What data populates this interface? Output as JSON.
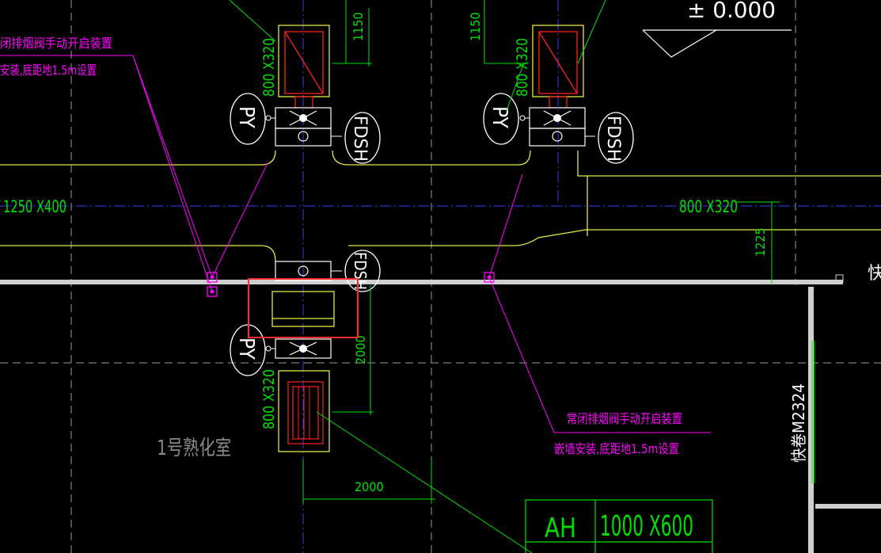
{
  "drawing": {
    "background": "#000000",
    "colors": {
      "duct": "#e8e84a",
      "centerline": "#3a3aff",
      "grid_dash": "#9a9a9a",
      "dimension": "#00e000",
      "leader": "#ff00ff",
      "valve": "#ffffff",
      "wall": "#cfcfcf",
      "fan_red": "#ff2020",
      "selection": "#ff2a2a"
    },
    "elevation_label": "± 0.000",
    "duct_sizes": {
      "main_left": "1250 X400",
      "main_right": "800 X320",
      "riser_top_left": "800 X320",
      "riser_top_right": "800 X320",
      "riser_bottom": "800 X320"
    },
    "dimensions": {
      "top_left": "1150",
      "top_right": "1150",
      "right_vertical": "1225",
      "lower_vertical": "2000",
      "bottom_horizontal": "2000"
    },
    "valve_tags": {
      "py_top_left": "PY",
      "py_top_right": "PY",
      "py_bottom": "PY",
      "fdsh_top_left": "FDSH",
      "fdsh_top_right": "FDSH",
      "fdsh_middle": "FDSH"
    },
    "notes": {
      "left_line1": "闭排烟阀手动开启装置",
      "left_line2": "安装,底距地1.5m设置",
      "right_line1": "常闭排烟阀手动开启装置",
      "right_line2": "嵌墙安装,底距地1.5m设置"
    },
    "room_label": "1号熟化室",
    "door_label": "快卷M2324",
    "edge_glyph": "快",
    "table": {
      "tag": "AH",
      "size": "1000 X600"
    }
  }
}
